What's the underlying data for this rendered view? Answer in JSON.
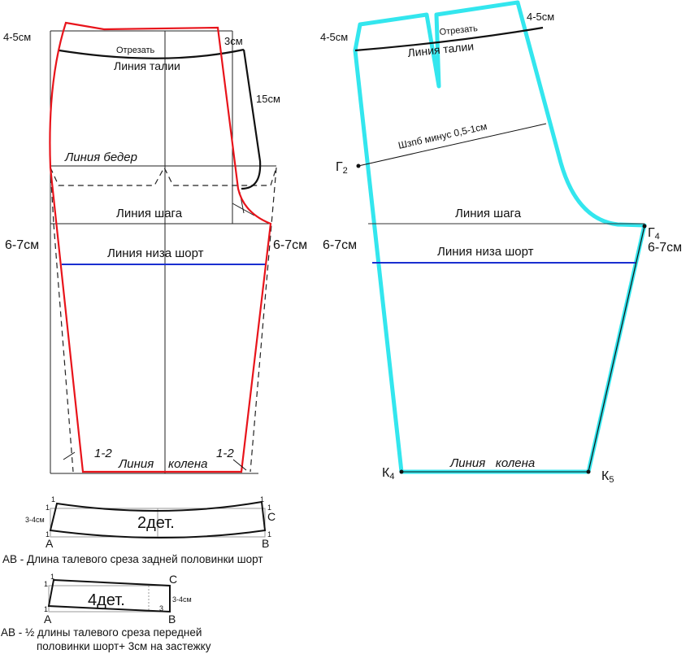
{
  "colors": {
    "back_outline": "#e8141b",
    "front_outline": "#33e6ee",
    "hem_line": "#1a2fd0",
    "lines": "#111111"
  },
  "back_piece": {
    "seam_allowance_top": "4-5см",
    "cut_off": "Отрезать",
    "waist_line": "Линия талии",
    "fly_offset": "3см",
    "fly_length": "15см",
    "hip_line": "Линия бедер",
    "crotch_line": "Линия шага",
    "side_left": "6-7см",
    "side_right": "6-7см",
    "hem_line": "Линия низа шорт",
    "knee_left": "1-2",
    "knee_right": "1-2",
    "knee_line_1": "Линия",
    "knee_line_2": "колена"
  },
  "front_piece": {
    "seam_left": "4-5см",
    "seam_right": "4-5см",
    "cut_off": "Отрезать",
    "waist_line": "Линия талии",
    "hip_width": "Шзпб минус 0,5-1см",
    "point_g2": "Г",
    "point_g2_sub": "2",
    "crotch_line": "Линия шага",
    "point_g4": "Г",
    "point_g4_sub": "4",
    "side_left": "6-7см",
    "side_right": "6-7см",
    "hem_line": "Линия низа шорт",
    "knee_line": "Линия   колена",
    "point_k4": "К",
    "point_k4_sub": "4",
    "point_k5": "К",
    "point_k5_sub": "5"
  },
  "waistband_back": {
    "count": "2дет.",
    "height": "3-4см",
    "one": "1",
    "a": "A",
    "b": "B",
    "c": "C",
    "caption": "АВ - Длина талевого среза задней половинки шорт"
  },
  "waistband_front": {
    "count": "4дет.",
    "height": "3-4см",
    "one": "1",
    "three": "3",
    "a": "A",
    "b": "B",
    "c": "C",
    "caption_1": "АВ - ½ длины талевого среза передней",
    "caption_2": "половинки шорт+ 3см на застежку"
  }
}
